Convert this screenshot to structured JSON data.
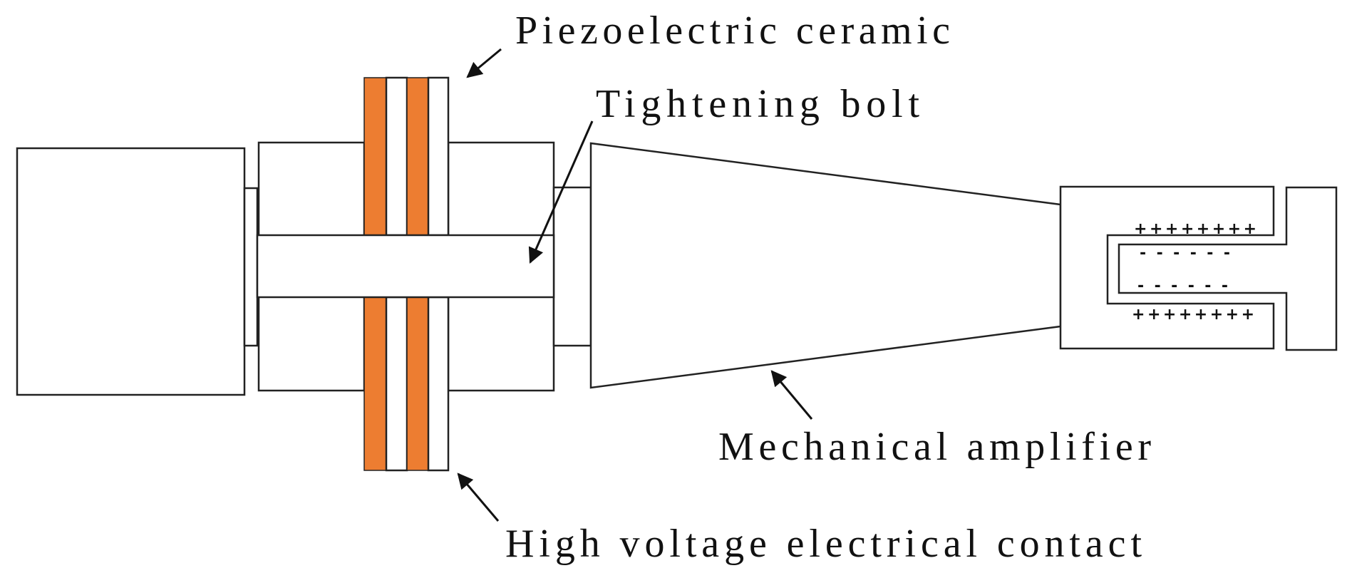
{
  "labels": {
    "piezo": "Piezoelectric ceramic",
    "bolt": "Tightening bolt",
    "amplifier": "Mechanical amplifier",
    "contact": "High voltage electrical contact"
  },
  "charges": {
    "plus_row": "++++++++",
    "minus_row": "------"
  },
  "colors": {
    "ceramic": "#ED7D31",
    "outline": "#222222"
  }
}
